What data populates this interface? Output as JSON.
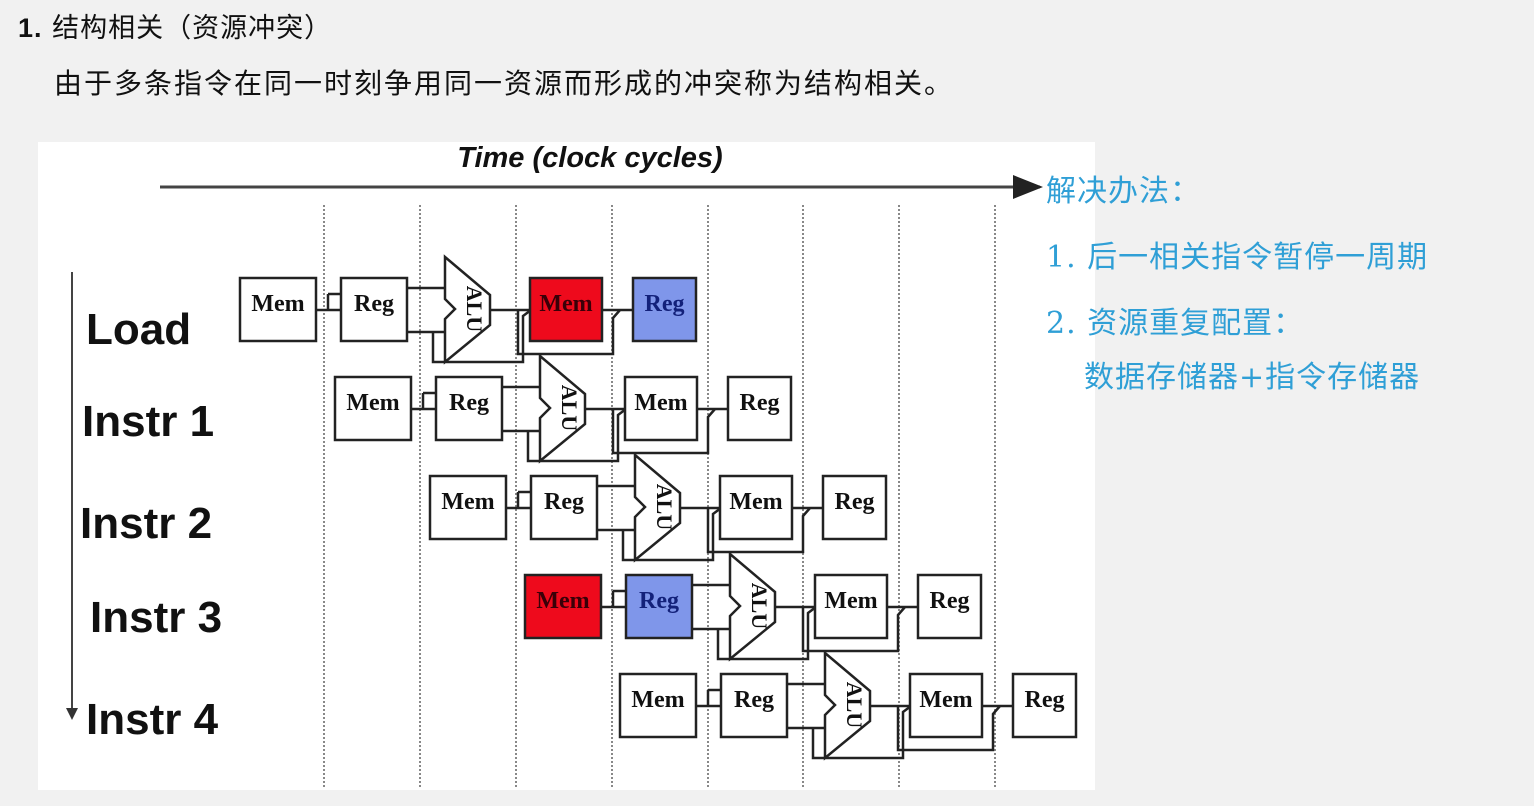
{
  "heading": {
    "number": "1.",
    "text": "结构相关（资源冲突）"
  },
  "definition": "由于多条指令在同一时刻争用同一资源而形成的冲突称为结构相关。",
  "diagram": {
    "time_axis_label": "Time (clock cycles)",
    "colors": {
      "conflict_mem": "#ee0a1c",
      "conflict_reg": "#7f96ea",
      "box_stroke": "#222222",
      "text": "#111111"
    },
    "rows": [
      {
        "label": "Load",
        "stages": [
          {
            "name": "Mem",
            "highlight": "none"
          },
          {
            "name": "Reg",
            "highlight": "none"
          },
          {
            "name": "ALU",
            "highlight": "none"
          },
          {
            "name": "Mem",
            "highlight": "conflict_mem"
          },
          {
            "name": "Reg",
            "highlight": "conflict_reg"
          }
        ]
      },
      {
        "label": "Instr 1",
        "stages": [
          {
            "name": "Mem",
            "highlight": "none"
          },
          {
            "name": "Reg",
            "highlight": "none"
          },
          {
            "name": "ALU",
            "highlight": "none"
          },
          {
            "name": "Mem",
            "highlight": "none"
          },
          {
            "name": "Reg",
            "highlight": "none"
          }
        ]
      },
      {
        "label": "Instr 2",
        "stages": [
          {
            "name": "Mem",
            "highlight": "none"
          },
          {
            "name": "Reg",
            "highlight": "none"
          },
          {
            "name": "ALU",
            "highlight": "none"
          },
          {
            "name": "Mem",
            "highlight": "none"
          },
          {
            "name": "Reg",
            "highlight": "none"
          }
        ]
      },
      {
        "label": "Instr 3",
        "stages": [
          {
            "name": "Mem",
            "highlight": "conflict_mem"
          },
          {
            "name": "Reg",
            "highlight": "conflict_reg"
          },
          {
            "name": "ALU",
            "highlight": "none"
          },
          {
            "name": "Mem",
            "highlight": "none"
          },
          {
            "name": "Reg",
            "highlight": "none"
          }
        ]
      },
      {
        "label": "Instr 4",
        "stages": [
          {
            "name": "Mem",
            "highlight": "none"
          },
          {
            "name": "Reg",
            "highlight": "none"
          },
          {
            "name": "ALU",
            "highlight": "none"
          },
          {
            "name": "Mem",
            "highlight": "none"
          },
          {
            "name": "Reg",
            "highlight": "none"
          }
        ]
      }
    ]
  },
  "solutions": {
    "heading": "解决办法：",
    "items": [
      "1. 后一相关指令暂停一周期",
      "2. 资源重复配置：",
      "数据存储器+指令存储器"
    ]
  }
}
